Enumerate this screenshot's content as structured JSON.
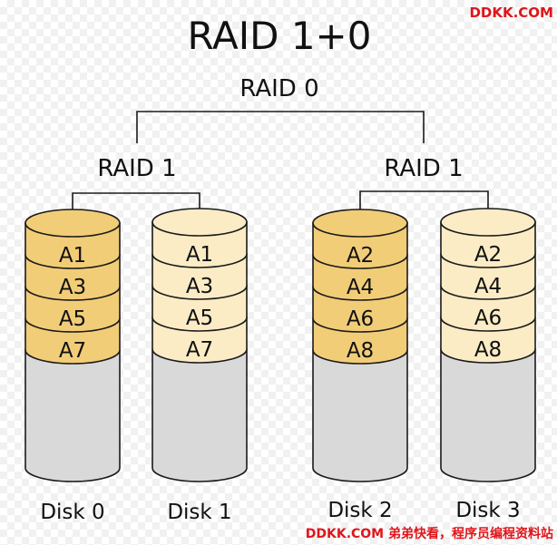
{
  "title": "RAID 1+0",
  "top_level_label": "RAID 0",
  "mirror_groups": [
    {
      "label": "RAID 1"
    },
    {
      "label": "RAID 1"
    }
  ],
  "disks": [
    {
      "label": "Disk 0",
      "blocks": [
        "A1",
        "A3",
        "A5",
        "A7"
      ],
      "role": "primary"
    },
    {
      "label": "Disk 1",
      "blocks": [
        "A1",
        "A3",
        "A5",
        "A7"
      ],
      "role": "mirror"
    },
    {
      "label": "Disk 2",
      "blocks": [
        "A2",
        "A4",
        "A6",
        "A8"
      ],
      "role": "primary"
    },
    {
      "label": "Disk 3",
      "blocks": [
        "A2",
        "A4",
        "A6",
        "A8"
      ],
      "role": "mirror"
    }
  ],
  "colors": {
    "primary_block": "#f2cd78",
    "mirror_block": "#fbecc6",
    "empty_disk": "#d9d9d9",
    "stroke": "#1a1a1a",
    "watermark": "#e0151b"
  },
  "watermark": {
    "top": "DDKK.COM",
    "bottom": "DDKK.COM 弟弟快看，程序员编程资料站"
  }
}
